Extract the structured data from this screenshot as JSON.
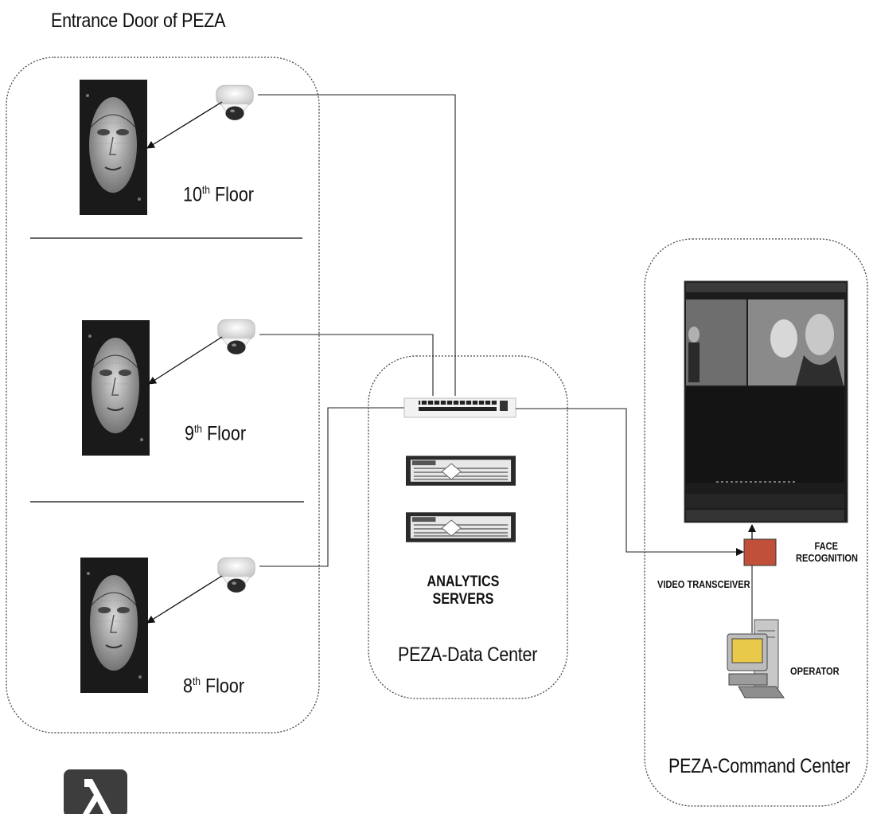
{
  "building": {
    "title": "Entrance Door of PEZA"
  },
  "floors": [
    {
      "num": "10",
      "sup": "th",
      "word": "Floor"
    },
    {
      "num": "9",
      "sup": "th",
      "word": "Floor"
    },
    {
      "num": "8",
      "sup": "th",
      "word": "Floor"
    }
  ],
  "data_center": {
    "servers_label_line1": "ANALYTICS",
    "servers_label_line2": "SERVERS",
    "title": "PEZA-Data Center"
  },
  "command_center": {
    "video_transceiver": "VIDEO TRANSCEIVER",
    "face_recognition_line1": "FACE",
    "face_recognition_line2": "RECOGNITION",
    "operator": "OPERATOR",
    "title": "PEZA-Command Center"
  },
  "icons": {
    "camera": "dome-camera-icon",
    "face": "face-scan-icon",
    "switch": "network-switch-icon",
    "server": "rack-server-icon",
    "monitor": "surveillance-monitor-icon",
    "transceiver": "video-transceiver-icon",
    "computer": "desktop-computer-icon",
    "logo": "lambda-logo-icon"
  },
  "colors": {
    "transceiver": "#c0503a",
    "line": "#222222",
    "monitor_bg": "#1c1c1c"
  }
}
